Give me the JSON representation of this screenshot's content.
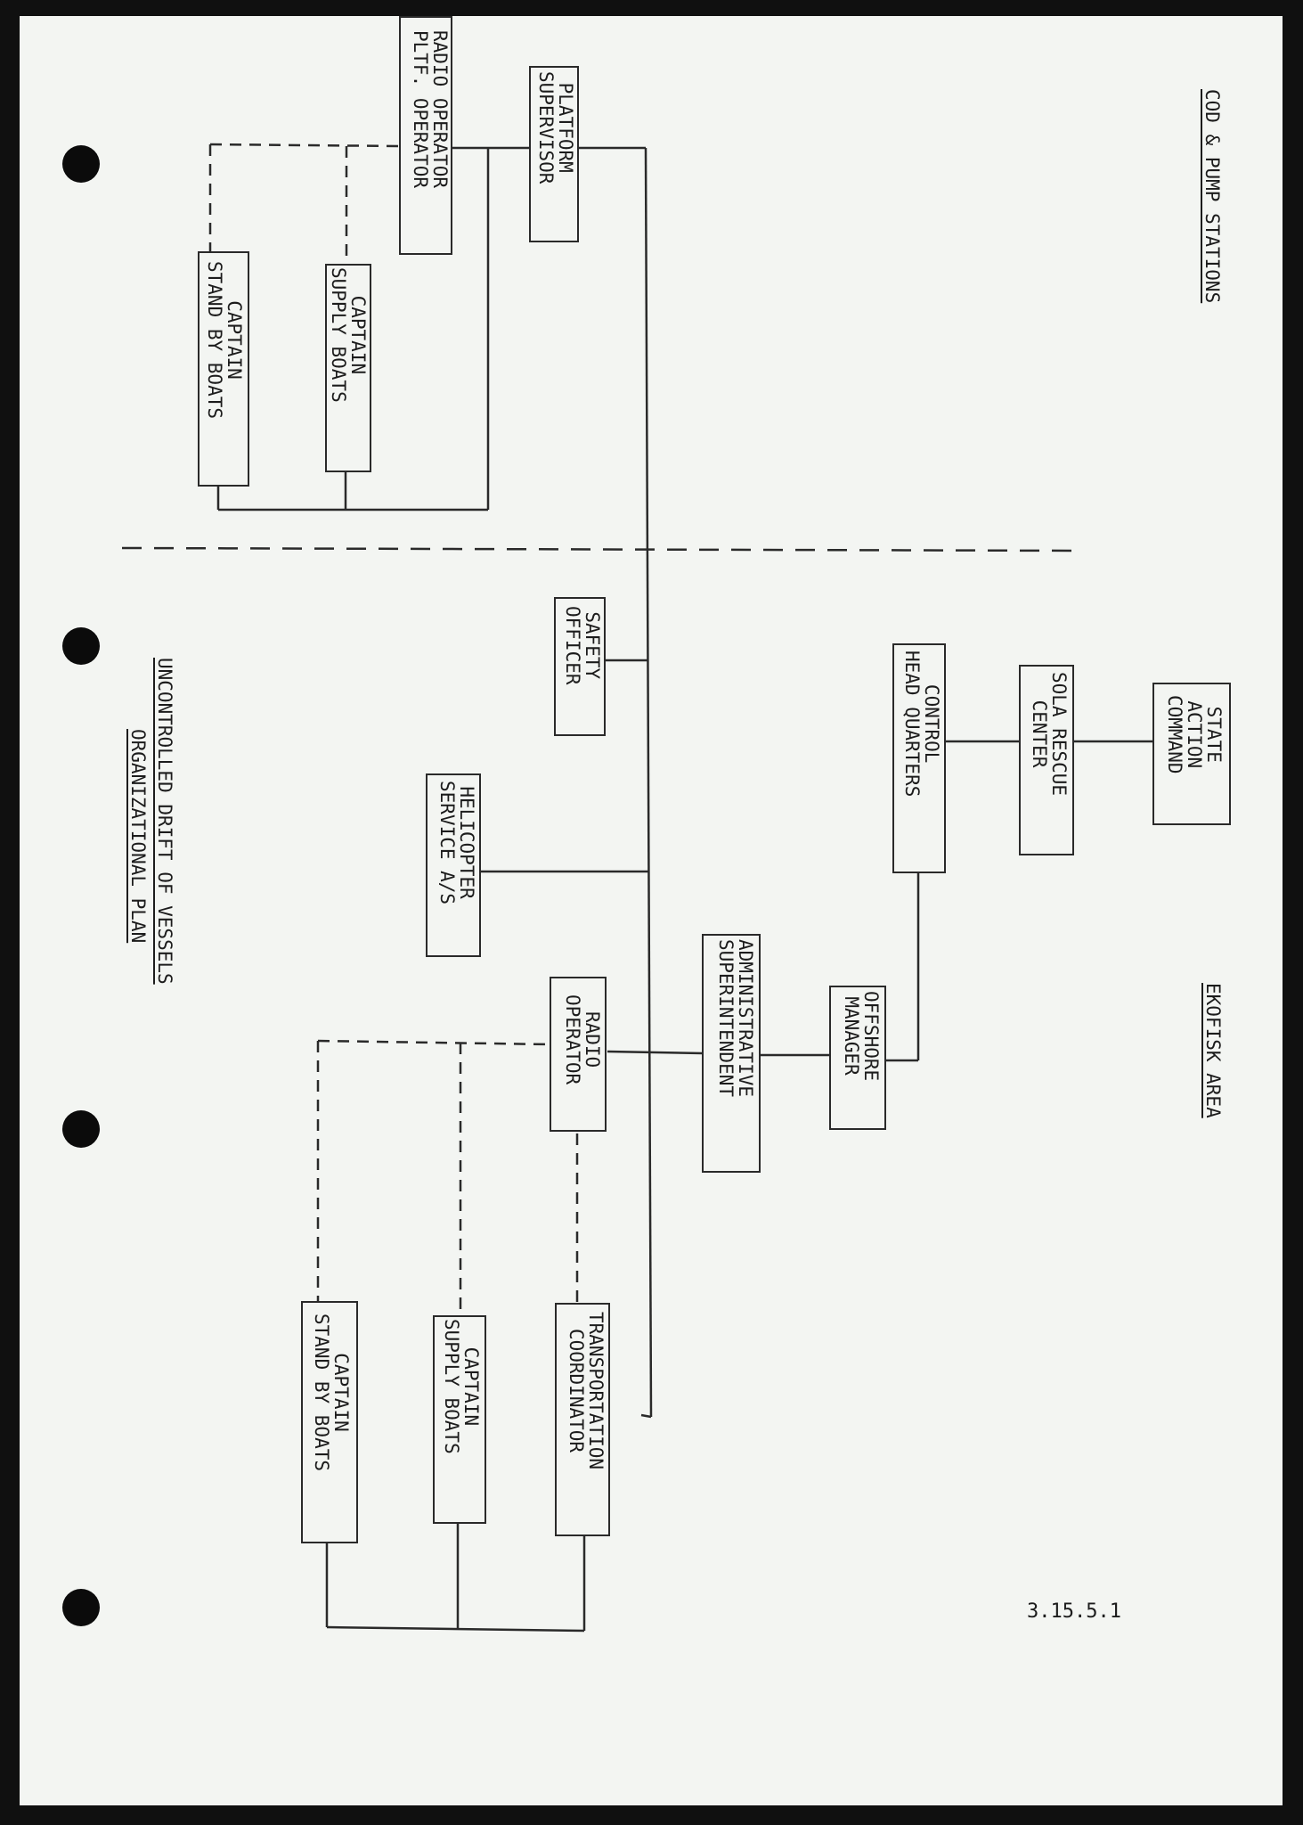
{
  "regions": {
    "upper": "COD & PUMP STATIONS",
    "lower": "EKOFISK AREA"
  },
  "plan_title": {
    "line1": "UNCONTROLLED DRIFT OF VESSELS",
    "line2": "ORGANIZATIONAL PLAN"
  },
  "boxes": {
    "radio_operator_pltf": "RADIO OPERATOR\nPLTF. OPERATOR",
    "platform_supervisor": "PLATFORM\nSUPERVISOR",
    "captain_supply_upper": "CAPTAIN\nSUPPLY BOATS",
    "captain_standby_upper": "CAPTAIN\nSTAND BY BOATS",
    "safety_officer": "SAFETY\nOFFICER",
    "control_hq": "CONTROL\nHEAD QUARTERS",
    "sola_rescue": "SOLA RESCUE\nCENTER",
    "state_action": "STATE\nACTION\nCOMMAND",
    "helicopter_service": "HELICOPTER\nSERVICE A/S",
    "admin_superintendent": "ADMINISTRATIVE\nSUPERINTENDENT",
    "radio_operator": "RADIO\nOPERATOR",
    "offshore_manager": "OFFSHORE\nMANAGER",
    "transport_coordinator": "TRANSPORTATION\nCOORDINATOR",
    "captain_supply_lower": "CAPTAIN\nSUPPLY BOATS",
    "captain_standby_lower": "CAPTAIN\nSTAND BY BOATS"
  },
  "document_number": "3.15.5.1",
  "colors": {
    "paper": "#f3f5f2",
    "ink": "#1c1c1c",
    "border": "#101010"
  }
}
